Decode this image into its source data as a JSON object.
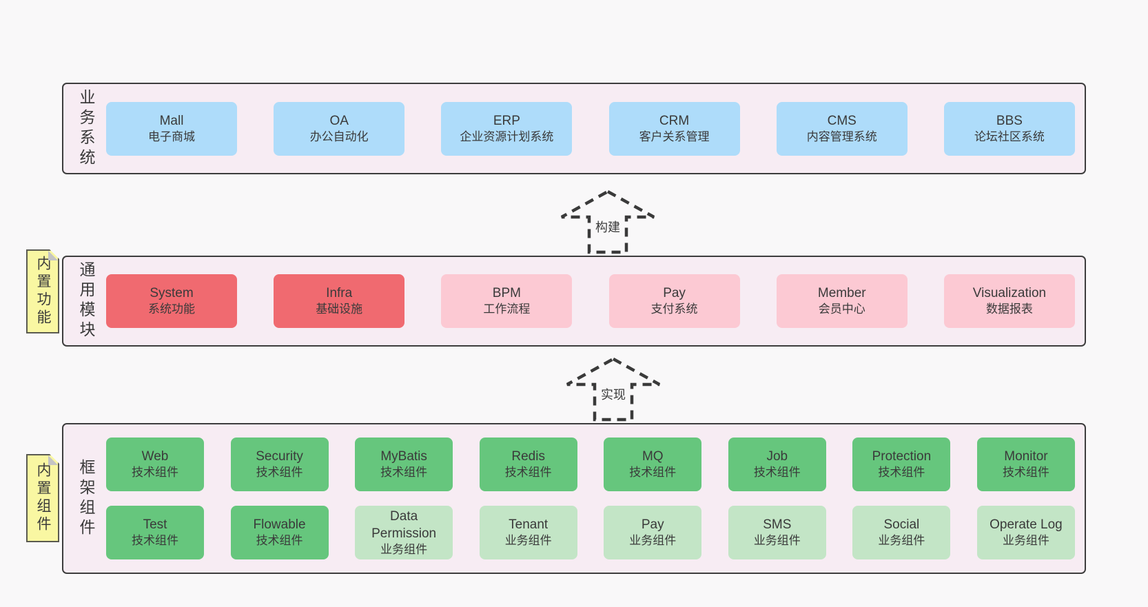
{
  "colors": {
    "page_bg": "#f9f8f9",
    "layer_bg": "#f7ecf3",
    "layer_border": "#3d3d3d",
    "blue": "#aedcfa",
    "red": "#f06a70",
    "pink": "#fcc9d3",
    "green": "#66c67d",
    "lightgreen": "#c3e5c6",
    "note_yellow": "#f9f7a2",
    "text": "#3a3a3a"
  },
  "arrows": [
    {
      "label": "构建"
    },
    {
      "label": "实现"
    }
  ],
  "sections": [
    {
      "id": "business-systems",
      "label": "业务系统",
      "note": null,
      "rows": [
        [
          {
            "name": "Mall",
            "subtitle": "电子商城",
            "variant": "blue"
          },
          {
            "name": "OA",
            "subtitle": "办公自动化",
            "variant": "blue"
          },
          {
            "name": "ERP",
            "subtitle": "企业资源计划系统",
            "variant": "blue"
          },
          {
            "name": "CRM",
            "subtitle": "客户关系管理",
            "variant": "blue"
          },
          {
            "name": "CMS",
            "subtitle": "内容管理系统",
            "variant": "blue"
          },
          {
            "name": "BBS",
            "subtitle": "论坛社区系统",
            "variant": "blue"
          }
        ]
      ]
    },
    {
      "id": "common-modules",
      "label": "通用模块",
      "note": "内置功能",
      "rows": [
        [
          {
            "name": "System",
            "subtitle": "系统功能",
            "variant": "red"
          },
          {
            "name": "Infra",
            "subtitle": "基础设施",
            "variant": "red"
          },
          {
            "name": "BPM",
            "subtitle": "工作流程",
            "variant": "pink"
          },
          {
            "name": "Pay",
            "subtitle": "支付系统",
            "variant": "pink"
          },
          {
            "name": "Member",
            "subtitle": "会员中心",
            "variant": "pink"
          },
          {
            "name": "Visualization",
            "subtitle": "数据报表",
            "variant": "pink"
          }
        ]
      ]
    },
    {
      "id": "framework-components",
      "label": "框架组件",
      "note": "内置组件",
      "rows": [
        [
          {
            "name": "Web",
            "subtitle": "技术组件",
            "variant": "green"
          },
          {
            "name": "Security",
            "subtitle": "技术组件",
            "variant": "green"
          },
          {
            "name": "MyBatis",
            "subtitle": "技术组件",
            "variant": "green"
          },
          {
            "name": "Redis",
            "subtitle": "技术组件",
            "variant": "green"
          },
          {
            "name": "MQ",
            "subtitle": "技术组件",
            "variant": "green"
          },
          {
            "name": "Job",
            "subtitle": "技术组件",
            "variant": "green"
          },
          {
            "name": "Protection",
            "subtitle": "技术组件",
            "variant": "green"
          },
          {
            "name": "Monitor",
            "subtitle": "技术组件",
            "variant": "green"
          }
        ],
        [
          {
            "name": "Test",
            "subtitle": "技术组件",
            "variant": "green"
          },
          {
            "name": "Flowable",
            "subtitle": "技术组件",
            "variant": "green"
          },
          {
            "name": "Data Permission",
            "subtitle": "业务组件",
            "variant": "lightgreen"
          },
          {
            "name": "Tenant",
            "subtitle": "业务组件",
            "variant": "lightgreen"
          },
          {
            "name": "Pay",
            "subtitle": "业务组件",
            "variant": "lightgreen"
          },
          {
            "name": "SMS",
            "subtitle": "业务组件",
            "variant": "lightgreen"
          },
          {
            "name": "Social",
            "subtitle": "业务组件",
            "variant": "lightgreen"
          },
          {
            "name": "Operate Log",
            "subtitle": "业务组件",
            "variant": "lightgreen"
          }
        ]
      ]
    }
  ]
}
